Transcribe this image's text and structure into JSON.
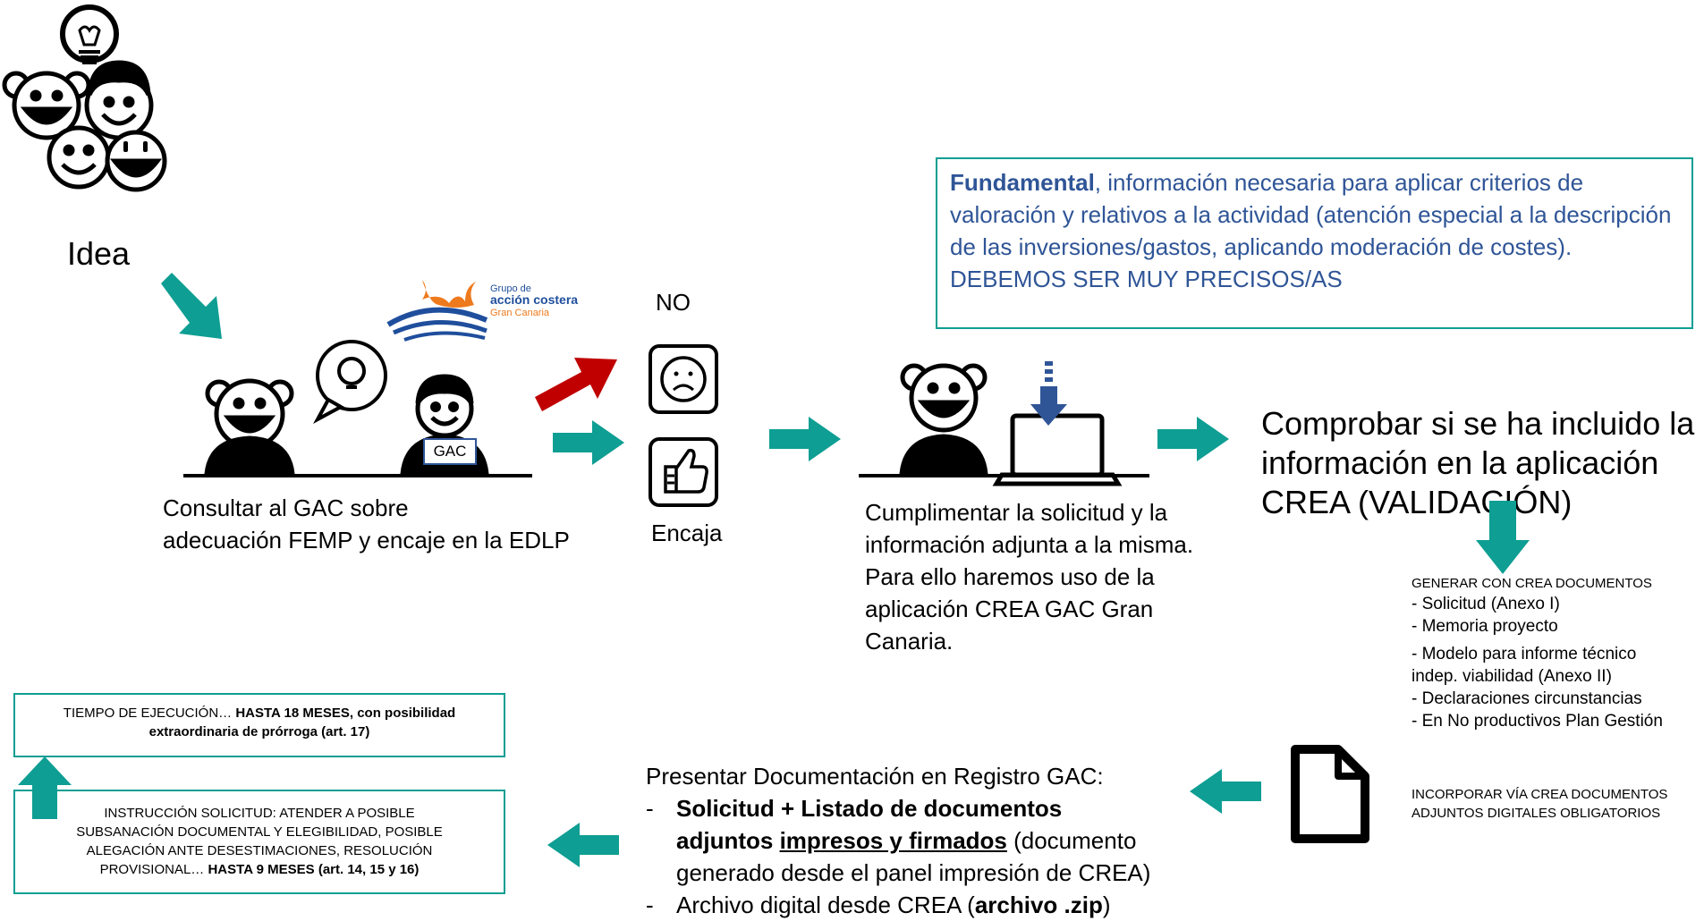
{
  "colors": {
    "teal": "#0e9e93",
    "red": "#c00000",
    "blue_text": "#2f5597",
    "box_border": "#0e9e93"
  },
  "idea": {
    "label": "Idea"
  },
  "logo": {
    "line1": "Grupo de",
    "line2": "acción costera",
    "line3": "Gran Canaria"
  },
  "consult": {
    "badge": "GAC",
    "line1": "Consultar al GAC sobre",
    "line2": "adecuación FEMP y encaje en la EDLP"
  },
  "decision": {
    "no": "NO",
    "yes": "Encaja"
  },
  "fundamental": {
    "bold": "Fundamental",
    "rest": ", información necesaria para aplicar criterios de valoración y relativos a la actividad (atención especial a la descripción de las inversiones/gastos, aplicando moderación de costes). DEBEMOS SER MUY PRECISOS/AS"
  },
  "fill": {
    "text": "Cumplimentar la solicitud y la información adjunta a la misma. Para ello haremos uso de la aplicación CREA GAC Gran Canaria."
  },
  "check": {
    "text": "Comprobar si se ha incluido la información en la aplicación CREA (VALIDACIÓN)"
  },
  "generate": {
    "title": "GENERAR CON CREA DOCUMENTOS",
    "items": [
      "- Solicitud (Anexo I)",
      "- Memoria proyecto",
      "-  Modelo para informe técnico",
      "indep. viabilidad (Anexo II)",
      "- Declaraciones circunstancias",
      "- En No productivos Plan Gestión"
    ],
    "incorp1": "INCORPORAR VÍA CREA DOCUMENTOS",
    "incorp2": "ADJUNTOS DIGITALES OBLIGATORIOS"
  },
  "present": {
    "title": "Presentar Documentación en Registro GAC:",
    "b1_bold1": "Solicitud + Listado de documentos",
    "b1_bold2": "adjuntos ",
    "b1_underline": "impresos y firmados",
    "b1_rest": " (documento generado desde el panel impresión de CREA)",
    "b2_pre": "Archivo digital desde CREA (",
    "b2_bold": "archivo .zip",
    "b2_post": ")"
  },
  "instruction": {
    "pre": "INSTRUCCIÓN SOLICITUD: ATENDER A POSIBLE SUBSANACIÓN DOCUMENTAL Y ELEGIBILIDAD, POSIBLE ALEGACIÓN ANTE DESESTIMACIONES, RESOLUCIÓN PROVISIONAL… ",
    "bold": "HASTA 9 MESES (art. 14, 15 y 16)"
  },
  "execution": {
    "pre": "TIEMPO DE EJECUCIÓN… ",
    "bold": "HASTA 18 MESES, con posibilidad extraordinaria de prórroga (art. 17)"
  }
}
